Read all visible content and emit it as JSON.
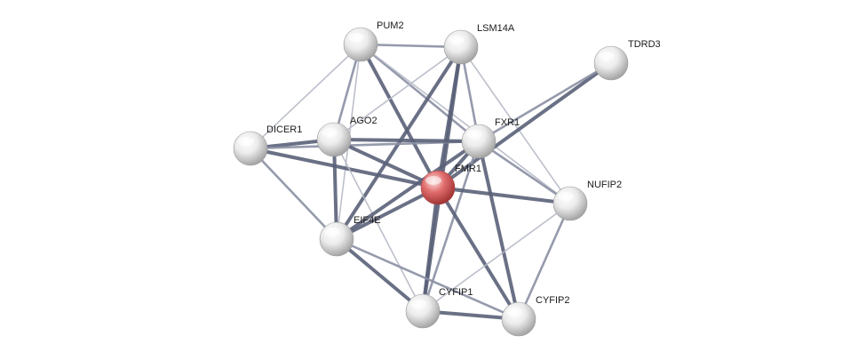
{
  "nodes": [
    {
      "id": "PUM2",
      "label": "PUM2",
      "color": "white"
    },
    {
      "id": "LSM14A",
      "label": "LSM14A",
      "color": "white"
    },
    {
      "id": "TDRD3",
      "label": "TDRD3",
      "color": "white"
    },
    {
      "id": "DICER1",
      "label": "DICER1",
      "color": "white"
    },
    {
      "id": "AGO2",
      "label": "AGO2",
      "color": "white"
    },
    {
      "id": "FXR1",
      "label": "FXR1",
      "color": "white"
    },
    {
      "id": "FMR1",
      "label": "FMR1",
      "color": "red"
    },
    {
      "id": "NUFIP2",
      "label": "NUFIP2",
      "color": "white"
    },
    {
      "id": "EIF4E",
      "label": "EIF4E",
      "color": "white"
    },
    {
      "id": "CYFIP1",
      "label": "CYFIP1",
      "color": "white"
    },
    {
      "id": "CYFIP2",
      "label": "CYFIP2",
      "color": "white"
    }
  ],
  "edges": [
    {
      "source": "PUM2",
      "target": "LSM14A",
      "strength": "medium"
    },
    {
      "source": "PUM2",
      "target": "DICER1",
      "strength": "weak"
    },
    {
      "source": "PUM2",
      "target": "AGO2",
      "strength": "medium"
    },
    {
      "source": "PUM2",
      "target": "FMR1",
      "strength": "strong"
    },
    {
      "source": "PUM2",
      "target": "FXR1",
      "strength": "medium"
    },
    {
      "source": "PUM2",
      "target": "NUFIP2",
      "strength": "weak"
    },
    {
      "source": "PUM2",
      "target": "EIF4E",
      "strength": "weak"
    },
    {
      "source": "LSM14A",
      "target": "AGO2",
      "strength": "weak"
    },
    {
      "source": "LSM14A",
      "target": "FXR1",
      "strength": "medium"
    },
    {
      "source": "LSM14A",
      "target": "FMR1",
      "strength": "strong"
    },
    {
      "source": "LSM14A",
      "target": "EIF4E",
      "strength": "strong"
    },
    {
      "source": "LSM14A",
      "target": "CYFIP1",
      "strength": "strong"
    },
    {
      "source": "LSM14A",
      "target": "NUFIP2",
      "strength": "weak"
    },
    {
      "source": "TDRD3",
      "target": "FMR1",
      "strength": "strong"
    },
    {
      "source": "TDRD3",
      "target": "FXR1",
      "strength": "medium"
    },
    {
      "source": "DICER1",
      "target": "AGO2",
      "strength": "strong"
    },
    {
      "source": "DICER1",
      "target": "FMR1",
      "strength": "strong"
    },
    {
      "source": "DICER1",
      "target": "FXR1",
      "strength": "medium"
    },
    {
      "source": "DICER1",
      "target": "EIF4E",
      "strength": "medium"
    },
    {
      "source": "AGO2",
      "target": "FXR1",
      "strength": "strong"
    },
    {
      "source": "AGO2",
      "target": "FMR1",
      "strength": "strong"
    },
    {
      "source": "AGO2",
      "target": "EIF4E",
      "strength": "strong"
    },
    {
      "source": "AGO2",
      "target": "CYFIP1",
      "strength": "weak"
    },
    {
      "source": "FXR1",
      "target": "FMR1",
      "strength": "strong"
    },
    {
      "source": "FXR1",
      "target": "NUFIP2",
      "strength": "medium"
    },
    {
      "source": "FXR1",
      "target": "EIF4E",
      "strength": "strong"
    },
    {
      "source": "FXR1",
      "target": "CYFIP2",
      "strength": "strong"
    },
    {
      "source": "FXR1",
      "target": "CYFIP1",
      "strength": "medium"
    },
    {
      "source": "FMR1",
      "target": "NUFIP2",
      "strength": "strong"
    },
    {
      "source": "FMR1",
      "target": "EIF4E",
      "strength": "strong"
    },
    {
      "source": "FMR1",
      "target": "CYFIP1",
      "strength": "strong"
    },
    {
      "source": "FMR1",
      "target": "CYFIP2",
      "strength": "strong"
    },
    {
      "source": "NUFIP2",
      "target": "CYFIP1",
      "strength": "weak"
    },
    {
      "source": "NUFIP2",
      "target": "CYFIP2",
      "strength": "medium"
    },
    {
      "source": "EIF4E",
      "target": "CYFIP1",
      "strength": "strong"
    },
    {
      "source": "EIF4E",
      "target": "CYFIP2",
      "strength": "medium"
    },
    {
      "source": "CYFIP1",
      "target": "CYFIP2",
      "strength": "strong"
    }
  ],
  "colors": {
    "edge_strong": "#5a6078",
    "edge_medium": "#8a8fa3",
    "edge_weak": "#b6b9c6",
    "node_white_light": "#ffffff",
    "node_white_dark": "#a9a9a9",
    "node_red_light": "#f7c6c6",
    "node_red_dark": "#b23a3a"
  }
}
